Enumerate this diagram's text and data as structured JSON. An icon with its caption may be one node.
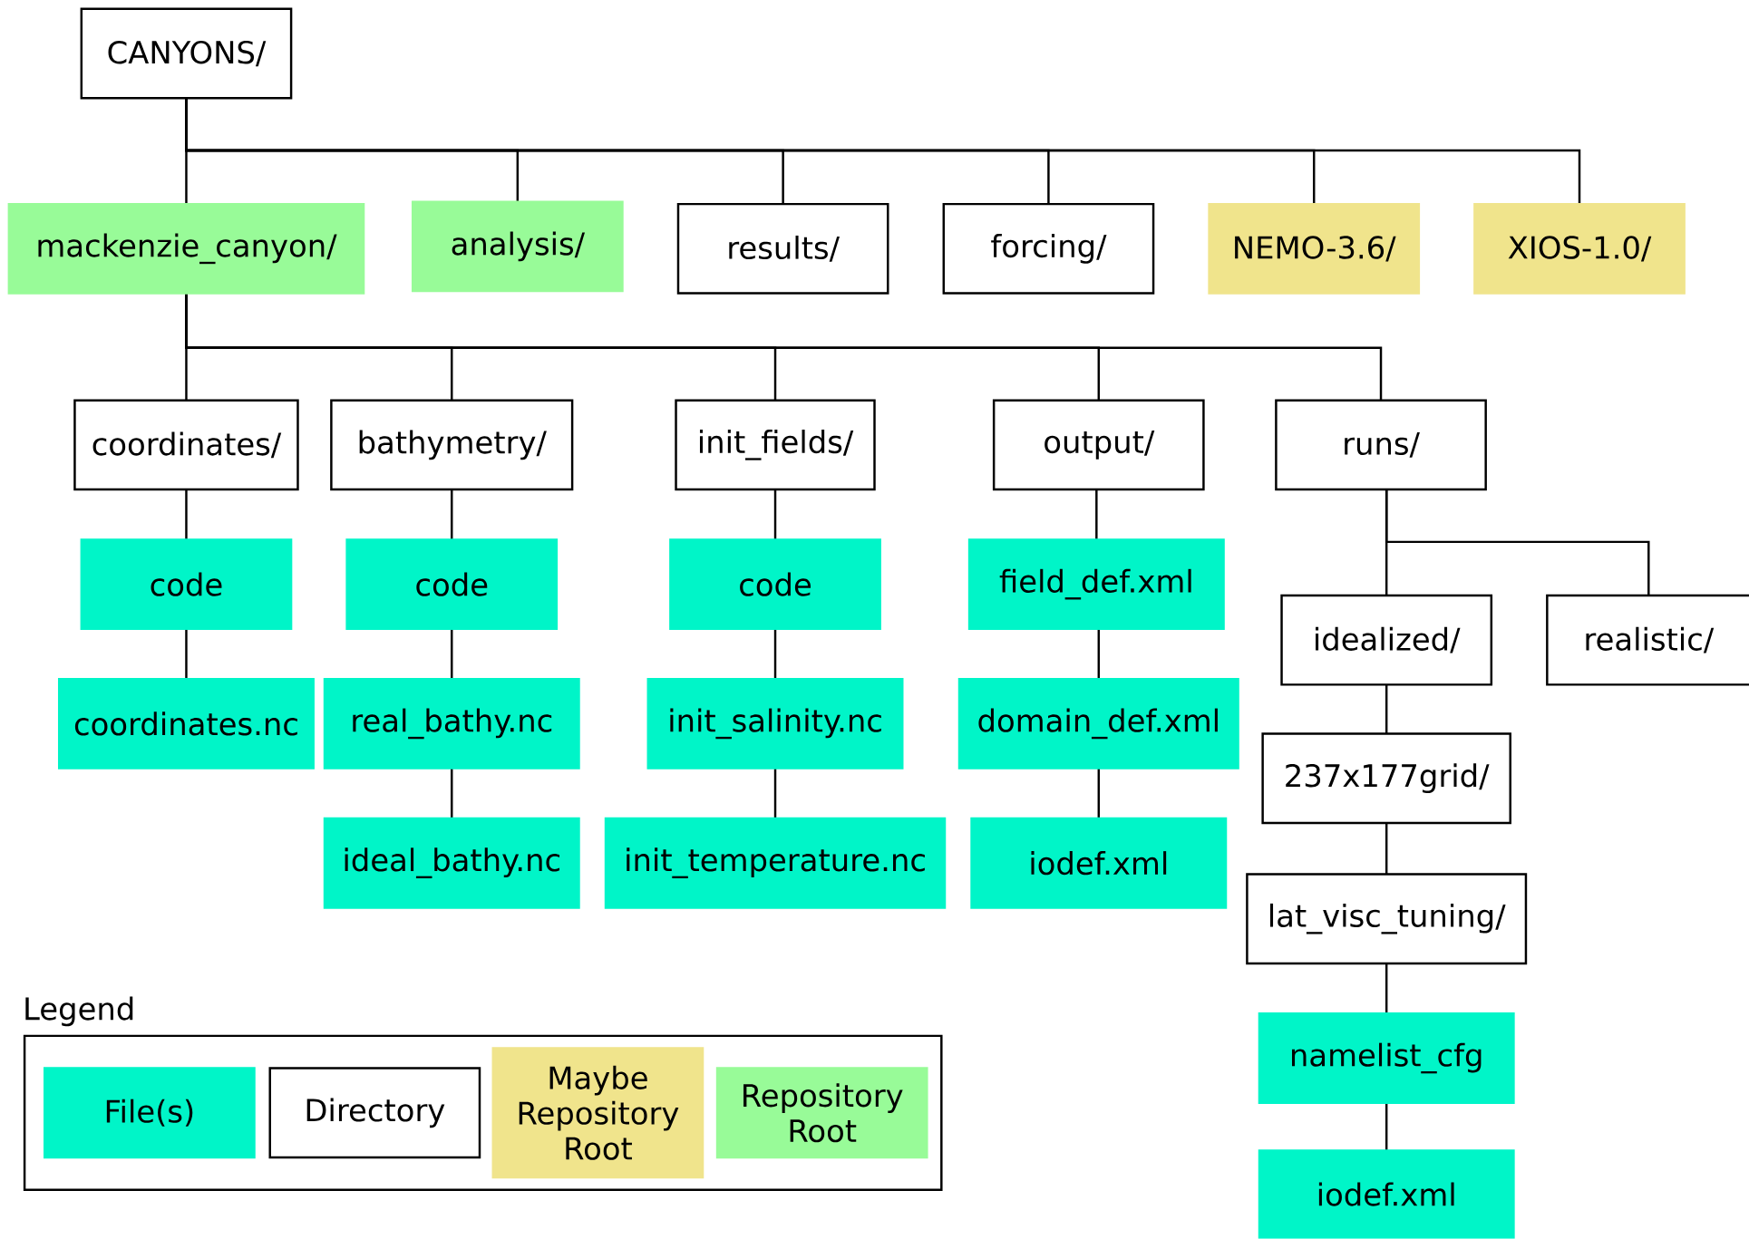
{
  "diagram": {
    "nodes": [
      {
        "text": [
          "CANYONS/"
        ]
      },
      {
        "text": [
          "mackenzie_canyon/"
        ]
      },
      {
        "text": [
          "analysis/"
        ]
      },
      {
        "text": [
          "results/"
        ]
      },
      {
        "text": [
          "forcing/"
        ]
      },
      {
        "text": [
          "NEMO-3.6/"
        ]
      },
      {
        "text": [
          "XIOS-1.0/"
        ]
      },
      {
        "text": [
          "coordinates/"
        ]
      },
      {
        "text": [
          "bathymetry/"
        ]
      },
      {
        "text": [
          "init_fields/"
        ]
      },
      {
        "text": [
          "output/"
        ]
      },
      {
        "text": [
          "runs/"
        ]
      },
      {
        "text": [
          "code"
        ]
      },
      {
        "text": [
          "coordinates.nc"
        ]
      },
      {
        "text": [
          "code"
        ]
      },
      {
        "text": [
          "real_bathy.nc"
        ]
      },
      {
        "text": [
          "ideal_bathy.nc"
        ]
      },
      {
        "text": [
          "code"
        ]
      },
      {
        "text": [
          "init_salinity.nc"
        ]
      },
      {
        "text": [
          "init_temperature.nc"
        ]
      },
      {
        "text": [
          "field_def.xml"
        ]
      },
      {
        "text": [
          "domain_def.xml"
        ]
      },
      {
        "text": [
          "iodef.xml"
        ]
      },
      {
        "text": [
          "idealized/"
        ]
      },
      {
        "text": [
          "realistic/"
        ]
      },
      {
        "text": [
          "237x177grid/"
        ]
      },
      {
        "text": [
          "lat_visc_tuning/"
        ]
      },
      {
        "text": [
          "namelist_cfg"
        ]
      },
      {
        "text": [
          "iodef.xml"
        ]
      }
    ],
    "edges": [
      {
        "from": 0,
        "to": 1,
        "arrow": "none"
      },
      {
        "from": 0,
        "to": 2,
        "arrow": "none"
      },
      {
        "from": 0,
        "to": 3,
        "arrow": "none"
      },
      {
        "from": 0,
        "to": 4,
        "arrow": "none"
      },
      {
        "from": 0,
        "to": 5,
        "arrow": "none"
      },
      {
        "from": 0,
        "to": 6,
        "arrow": "none"
      },
      {
        "from": 1,
        "to": 7,
        "arrow": "none"
      },
      {
        "from": 1,
        "to": 8,
        "arrow": "none"
      },
      {
        "from": 1,
        "to": 9,
        "arrow": "none"
      },
      {
        "from": 1,
        "to": 10,
        "arrow": "none"
      },
      {
        "from": 1,
        "to": 11,
        "arrow": "none"
      },
      {
        "from": 7,
        "to": 12,
        "arrow": "none"
      },
      {
        "from": 12,
        "to": 13,
        "arrow": "none"
      },
      {
        "from": 8,
        "to": 14,
        "arrow": "none"
      },
      {
        "from": 14,
        "to": 15,
        "arrow": "none"
      },
      {
        "from": 15,
        "to": 16,
        "arrow": "none"
      },
      {
        "from": 9,
        "to": 17,
        "arrow": "none"
      },
      {
        "from": 17,
        "to": 18,
        "arrow": "none"
      },
      {
        "from": 18,
        "to": 19,
        "arrow": "none"
      },
      {
        "from": 10,
        "to": 20,
        "arrow": "none"
      },
      {
        "from": 20,
        "to": 21,
        "arrow": "none"
      },
      {
        "from": 21,
        "to": 22,
        "arrow": "none"
      },
      {
        "from": 11,
        "to": 23,
        "arrow": "none"
      },
      {
        "from": 11,
        "to": 24,
        "arrow": "none"
      },
      {
        "from": 23,
        "to": 25,
        "arrow": "none"
      },
      {
        "from": 25,
        "to": 26,
        "arrow": "none"
      },
      {
        "from": 26,
        "to": 27,
        "arrow": "none"
      },
      {
        "from": 27,
        "to": 28,
        "arrow": "none"
      }
    ],
    "labels": [
      "Legend"
    ],
    "legend": [
      {
        "text": "File(s)",
        "color": "#00f5c8"
      },
      {
        "text": "Directory",
        "color": "#ffffff"
      },
      {
        "text": "Maybe Repository Root",
        "color": "#f0e48c"
      },
      {
        "text": "Repository Root",
        "color": "#98fb98"
      }
    ]
  }
}
